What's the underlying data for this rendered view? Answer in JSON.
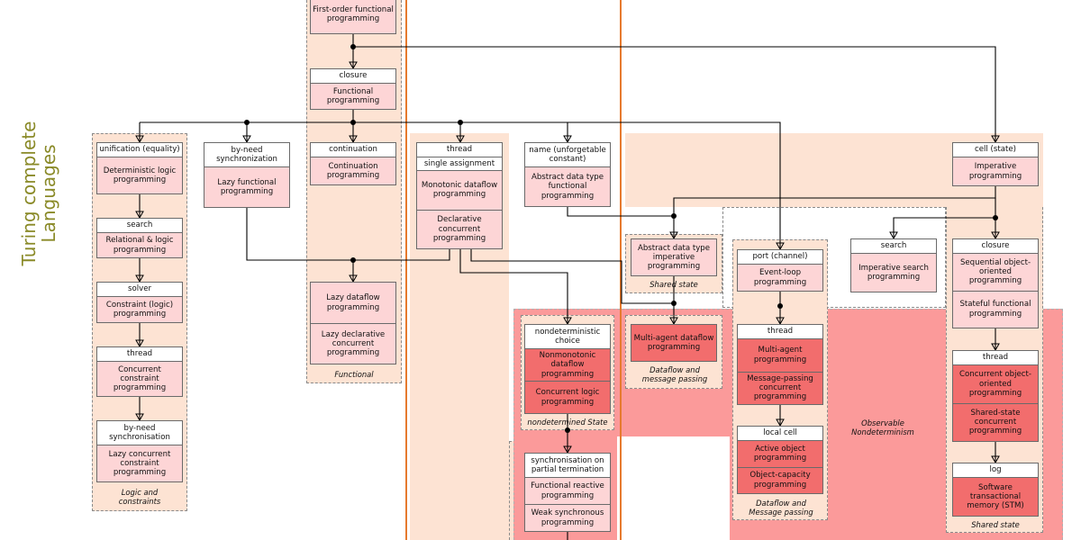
{
  "heading": [
    "Turing complete",
    "Languages"
  ],
  "nodes": [
    {
      "id": "fo",
      "cells": [
        {
          "t": "First-order functional programming",
          "k": "p"
        }
      ]
    },
    {
      "id": "fp",
      "cells": [
        {
          "t": "closure",
          "k": "h"
        },
        {
          "t": "Functional programming",
          "k": "p"
        }
      ]
    },
    {
      "id": "dlp",
      "cells": [
        {
          "t": "unification (equality)",
          "k": "h"
        },
        {
          "t": "Deterministic logic programming",
          "k": "p"
        }
      ]
    },
    {
      "id": "rlp",
      "cells": [
        {
          "t": "search",
          "k": "h"
        },
        {
          "t": "Relational & logic programming",
          "k": "p"
        }
      ]
    },
    {
      "id": "clp",
      "cells": [
        {
          "t": "solver",
          "k": "h"
        },
        {
          "t": "Constraint (logic) programming",
          "k": "p"
        }
      ]
    },
    {
      "id": "ccp",
      "cells": [
        {
          "t": "thread",
          "k": "h"
        },
        {
          "t": "Concurrent constraint programming",
          "k": "p"
        }
      ]
    },
    {
      "id": "lccp",
      "cells": [
        {
          "t": "by-need synchronisation",
          "k": "h"
        },
        {
          "t": "Lazy concurrent constraint programming",
          "k": "p"
        }
      ]
    },
    {
      "id": "lfp",
      "cells": [
        {
          "t": "by-need synchronization",
          "k": "h"
        },
        {
          "t": "Lazy functional programming",
          "k": "p"
        }
      ]
    },
    {
      "id": "cont",
      "cells": [
        {
          "t": "continuation",
          "k": "h"
        },
        {
          "t": "Continuation programming",
          "k": "p"
        }
      ]
    },
    {
      "id": "lazy",
      "cells": [
        {
          "t": "Lazy dataflow programming",
          "k": "p"
        },
        {
          "t": "Lazy declarative concurrent programming",
          "k": "p"
        }
      ]
    },
    {
      "id": "mono",
      "cells": [
        {
          "t": "thread",
          "k": "h"
        },
        {
          "t": "single assignment",
          "k": "h"
        },
        {
          "t": "Monotonic dataflow programming",
          "k": "p"
        },
        {
          "t": "Declarative concurrent programming",
          "k": "p"
        }
      ]
    },
    {
      "id": "adt",
      "cells": [
        {
          "t": "name (unforgetable constant)",
          "k": "h"
        },
        {
          "t": "Abstract data type functional programming",
          "k": "p"
        }
      ]
    },
    {
      "id": "adti",
      "cells": [
        {
          "t": "Abstract data type imperative programming",
          "k": "p"
        }
      ]
    },
    {
      "id": "nondet",
      "cells": [
        {
          "t": "nondeterministic choice",
          "k": "h"
        },
        {
          "t": "Nonmonotonic dataflow programming",
          "k": "r"
        },
        {
          "t": "Concurrent logic programming",
          "k": "r"
        }
      ]
    },
    {
      "id": "frp",
      "cells": [
        {
          "t": "synchronisation on partial termination",
          "k": "h"
        },
        {
          "t": "Functional reactive programming",
          "k": "p"
        },
        {
          "t": "Weak synchronous programming",
          "k": "p"
        }
      ]
    },
    {
      "id": "mad",
      "cells": [
        {
          "t": "Multi-agent dataflow programming",
          "k": "r"
        }
      ]
    },
    {
      "id": "evl",
      "cells": [
        {
          "t": "port (channel)",
          "k": "h"
        },
        {
          "t": "Event-loop programming",
          "k": "p"
        }
      ]
    },
    {
      "id": "map",
      "cells": [
        {
          "t": "thread",
          "k": "h"
        },
        {
          "t": "Multi-agent programming",
          "k": "r"
        },
        {
          "t": "Message-passing concurrent programming",
          "k": "r"
        }
      ]
    },
    {
      "id": "aop",
      "cells": [
        {
          "t": "local cell",
          "k": "h"
        },
        {
          "t": "Active object programming",
          "k": "r"
        },
        {
          "t": "Object-capacity programming",
          "k": "r"
        }
      ]
    },
    {
      "id": "isp",
      "cells": [
        {
          "t": "search",
          "k": "h"
        },
        {
          "t": "Imperative search programming",
          "k": "p"
        }
      ]
    },
    {
      "id": "imp",
      "cells": [
        {
          "t": "cell (state)",
          "k": "h"
        },
        {
          "t": "Imperative programming",
          "k": "p"
        }
      ]
    },
    {
      "id": "soo",
      "cells": [
        {
          "t": "closure",
          "k": "h"
        },
        {
          "t": "Sequential object-oriented programming",
          "k": "p"
        },
        {
          "t": "Stateful functional programming",
          "k": "p"
        }
      ]
    },
    {
      "id": "coo",
      "cells": [
        {
          "t": "thread",
          "k": "h"
        },
        {
          "t": "Concurrent object-oriented programming",
          "k": "r"
        },
        {
          "t": "Shared-state concurrent programming",
          "k": "r"
        }
      ]
    },
    {
      "id": "stm",
      "cells": [
        {
          "t": "log",
          "k": "h"
        },
        {
          "t": "Software transactional memory (STM)",
          "k": "r"
        }
      ]
    }
  ],
  "region_labels": [
    {
      "id": "logic",
      "t": "Logic and constraints"
    },
    {
      "id": "functional",
      "t": "Functional"
    },
    {
      "id": "nondetstate",
      "t": "nondetermined State"
    },
    {
      "id": "dfmp",
      "t": "Dataflow and message passing"
    },
    {
      "id": "shared1",
      "t": "Shared state"
    },
    {
      "id": "dfmp2",
      "t": "Dataflow and Message passing"
    },
    {
      "id": "obsnd",
      "t": "Observable Nondeterminism"
    },
    {
      "id": "shared2",
      "t": "Shared state"
    }
  ],
  "colors": {
    "region": "#fde3d3",
    "observable": "#fb9a9a",
    "box_pink": "#fdd5d6",
    "box_red": "#f26d6d",
    "divider": "#e67a2e",
    "heading": "#8a8a28",
    "edge": "#000000"
  }
}
